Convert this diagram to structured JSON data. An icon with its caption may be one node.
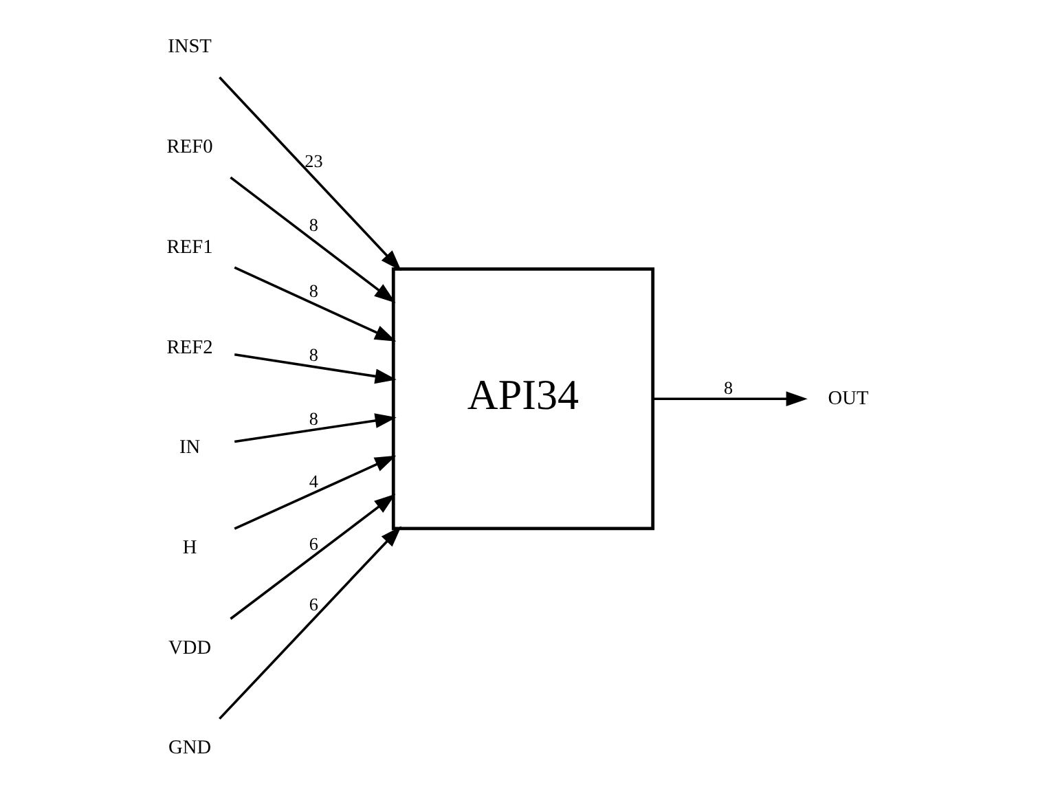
{
  "diagram": {
    "nodes": [
      {
        "text": [
          "INST"
        ]
      },
      {
        "text": [
          "REF0"
        ]
      },
      {
        "text": [
          "REF1"
        ]
      },
      {
        "text": [
          "REF2"
        ]
      },
      {
        "text": [
          "IN"
        ]
      },
      {
        "text": [
          "API34"
        ]
      },
      {
        "text": [
          "OUT"
        ]
      },
      {
        "text": [
          "H"
        ]
      },
      {
        "text": [
          "VDD"
        ]
      },
      {
        "text": [
          "GND"
        ]
      }
    ],
    "edges": [
      {
        "from": 0,
        "to": 5,
        "arrow": "to",
        "label": "23"
      },
      {
        "from": 1,
        "to": 5,
        "arrow": "to",
        "label": "8"
      },
      {
        "from": 2,
        "to": 5,
        "arrow": "to",
        "label": "8"
      },
      {
        "from": 3,
        "to": 5,
        "arrow": "to",
        "label": "8"
      },
      {
        "from": 4,
        "to": 5,
        "arrow": "to",
        "label": "8"
      },
      {
        "from": 5,
        "to": 6,
        "arrow": "to",
        "label": "8"
      },
      {
        "from": 7,
        "to": 5,
        "arrow": "to",
        "label": "4"
      },
      {
        "from": 8,
        "to": 5,
        "arrow": "to",
        "label": "6"
      },
      {
        "from": 9,
        "to": 5,
        "arrow": "to",
        "label": "6"
      }
    ]
  }
}
